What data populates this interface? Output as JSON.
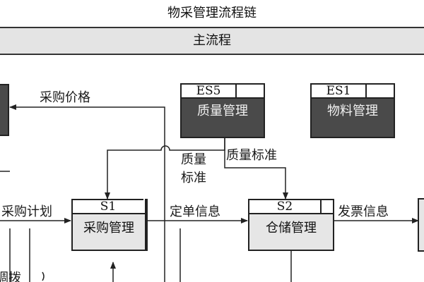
{
  "header": {
    "title": "物采管理流程链"
  },
  "main_flow": {
    "label": "主流程"
  },
  "modules": [
    {
      "id": "ES5",
      "name": "质量管理"
    },
    {
      "id": "ES1",
      "name": "物料管理"
    },
    {
      "id": "S1",
      "name": "采购管理"
    },
    {
      "id": "S2",
      "name": "仓储管理"
    }
  ],
  "edges": {
    "purchase_price": "采购价格",
    "quality_standard_right": "质量标准",
    "quality_standard_left_1": "质量",
    "quality_standard_left_2": "标准",
    "purchase_plan": "采购计划",
    "order_info": "定单信息",
    "invoice_info": "发票信息",
    "bottom_cut_text": "调拨"
  }
}
